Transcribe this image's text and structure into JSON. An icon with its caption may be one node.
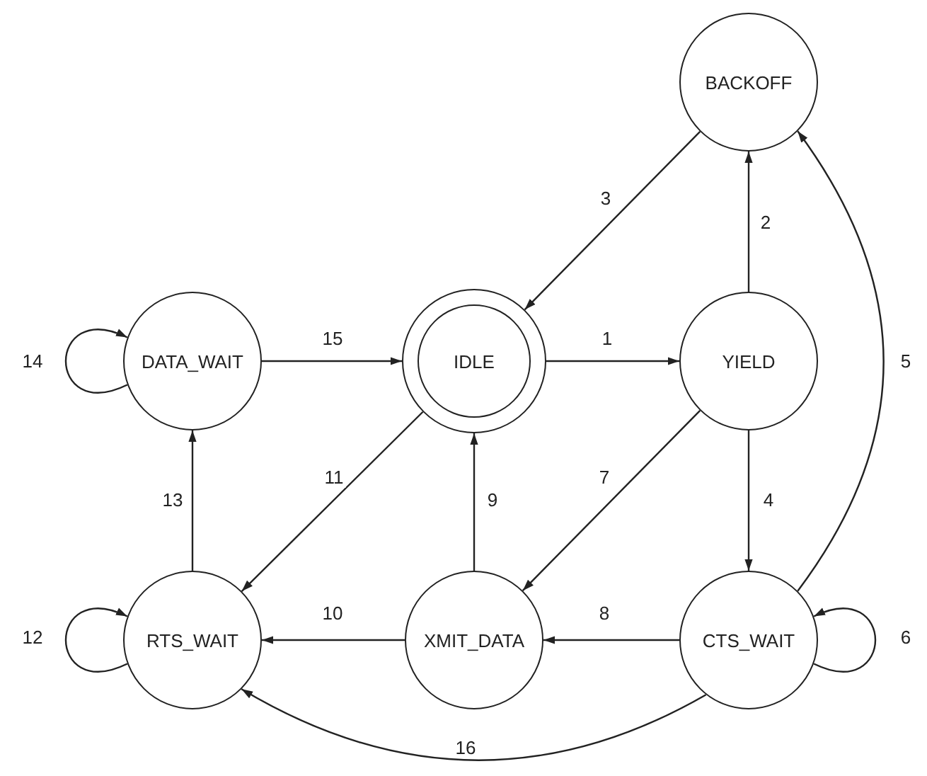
{
  "diagram": {
    "nodes": [
      {
        "text": [
          "BACKOFF"
        ]
      },
      {
        "text": [
          "DATA_WAIT"
        ]
      },
      {
        "text": [
          "IDLE"
        ]
      },
      {
        "text": [
          "YIELD"
        ]
      },
      {
        "text": [
          "RTS_WAIT"
        ]
      },
      {
        "text": [
          "XMIT_DATA"
        ]
      },
      {
        "text": [
          "CTS_WAIT"
        ]
      }
    ],
    "edges": [
      {
        "from": 2,
        "to": 3,
        "arrow": "to",
        "label": "1"
      },
      {
        "from": 3,
        "to": 0,
        "arrow": "to",
        "label": "2"
      },
      {
        "from": 0,
        "to": 2,
        "arrow": "to",
        "label": "3"
      },
      {
        "from": 3,
        "to": 6,
        "arrow": "to",
        "label": "4"
      },
      {
        "from": 6,
        "to": 0,
        "arrow": "to",
        "label": "5"
      },
      {
        "from": 6,
        "to": 6,
        "arrow": "to",
        "label": "6"
      },
      {
        "from": 3,
        "to": 5,
        "arrow": "to",
        "label": "7"
      },
      {
        "from": 6,
        "to": 5,
        "arrow": "to",
        "label": "8"
      },
      {
        "from": 5,
        "to": 2,
        "arrow": "to",
        "label": "9"
      },
      {
        "from": 5,
        "to": 4,
        "arrow": "to",
        "label": "10"
      },
      {
        "from": 2,
        "to": 4,
        "arrow": "to",
        "label": "11"
      },
      {
        "from": 4,
        "to": 4,
        "arrow": "to",
        "label": "12"
      },
      {
        "from": 4,
        "to": 1,
        "arrow": "to",
        "label": "13"
      },
      {
        "from": 1,
        "to": 1,
        "arrow": "to",
        "label": "14"
      },
      {
        "from": 1,
        "to": 2,
        "arrow": "to",
        "label": "15"
      },
      {
        "from": 6,
        "to": 4,
        "arrow": "to",
        "label": "16"
      }
    ]
  }
}
